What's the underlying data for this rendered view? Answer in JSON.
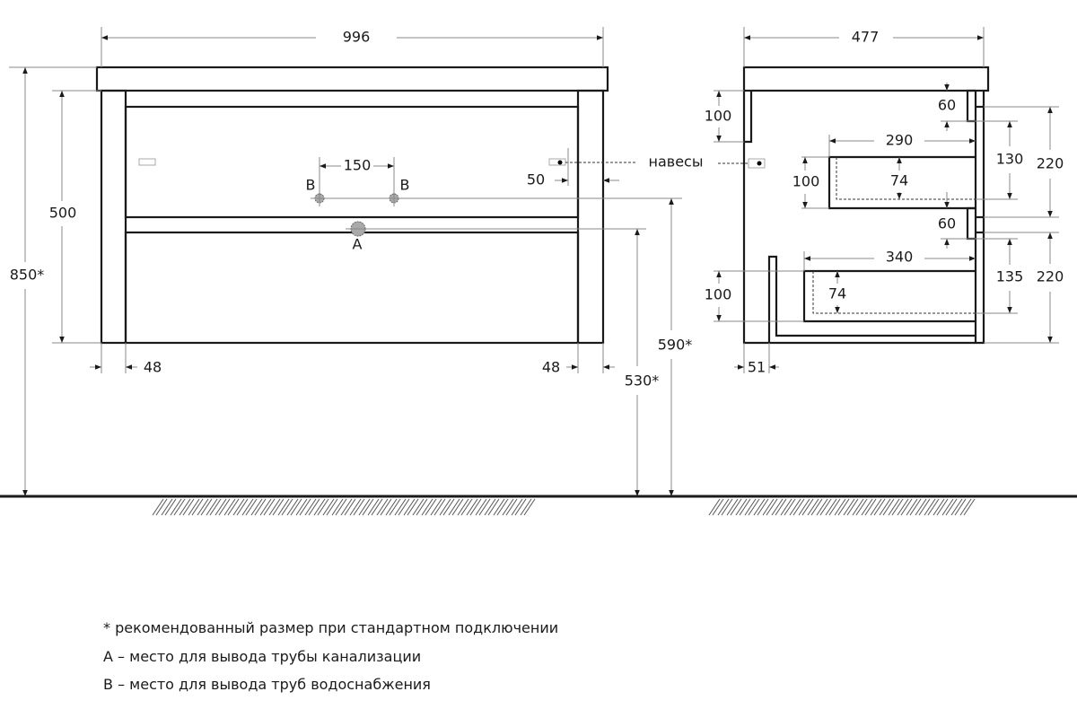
{
  "front_view": {
    "width": "996",
    "height_total": "850*",
    "body_height": "500",
    "leg_left": "48",
    "leg_right": "48",
    "water_spacing": "150",
    "water_label_left": "B",
    "water_label_right": "B",
    "drain_label": "A",
    "hinge_offset": "50",
    "hinges_label": "навесы",
    "water_height": "590*",
    "drain_height": "530*"
  },
  "side_view": {
    "depth": "477",
    "front_panel": "100",
    "gap_top": "60",
    "drawer1_depth": "290",
    "drawer1_span": "130",
    "drawer1_section": "220",
    "drawer1_height": "100",
    "drawer1_inner": "74",
    "gap_mid": "60",
    "drawer2_depth": "340",
    "drawer2_span": "135",
    "drawer2_section": "220",
    "drawer2_height": "100",
    "drawer2_inner": "74",
    "plinth": "51"
  },
  "notes": [
    "* рекомендованный размер при стандартном подключении",
    "A – место для вывода трубы канализации",
    "B – место для вывода труб водоснабжения"
  ]
}
